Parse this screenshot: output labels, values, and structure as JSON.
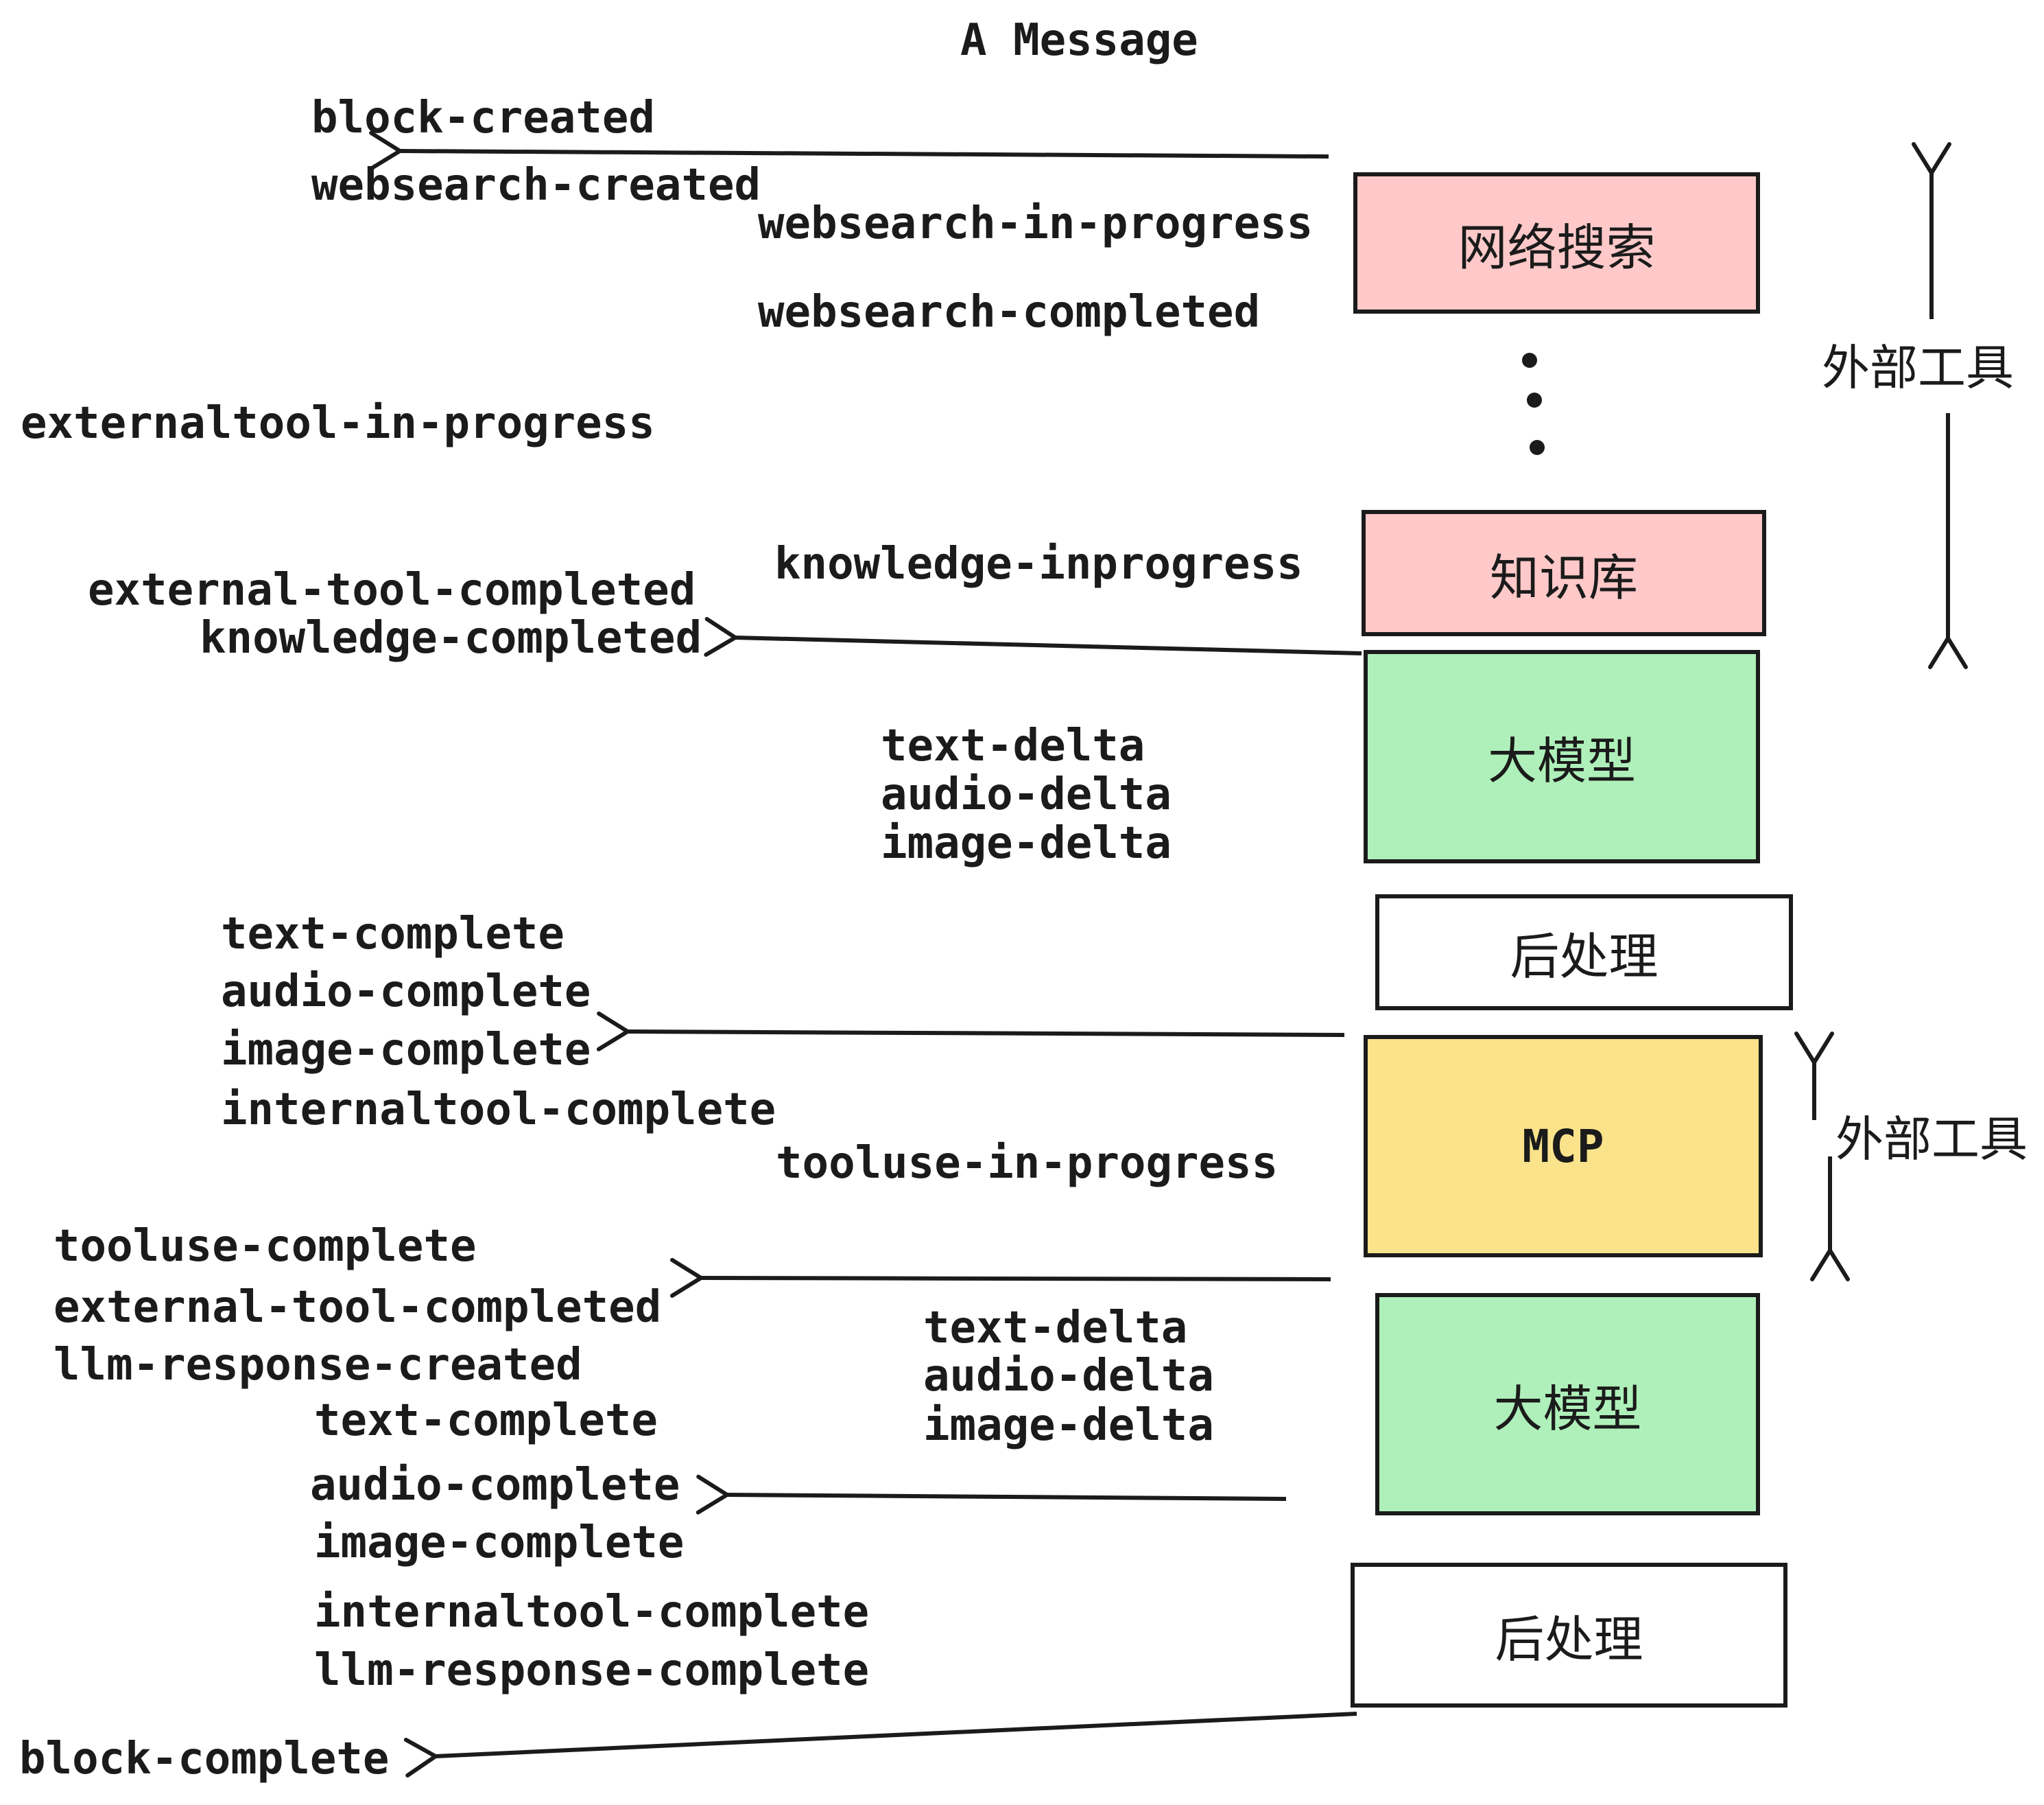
{
  "title": "A Message",
  "colors": {
    "pink": "#FFC9C9",
    "green": "#AFF0BA",
    "yellow": "#FAE38B",
    "ink": "#1b1b1b",
    "white": "#FFFFFF"
  },
  "boxes": {
    "websearch": "网络搜索",
    "knowledge": "知识库",
    "llm": "大模型",
    "postprocess": "后处理",
    "mcp": "MCP"
  },
  "annotations": {
    "external_tools": "外部工具"
  },
  "events": {
    "block_created": "block-created",
    "websearch_created": "websearch-created",
    "websearch_in_progress": "websearch-in-progress",
    "websearch_completed": "websearch-completed",
    "externaltool_in_progress": "externaltool-in-progress",
    "external_tool_completed": "external-tool-completed",
    "knowledge_inprogress": "knowledge-inprogress",
    "knowledge_completed": "knowledge-completed",
    "text_delta": "text-delta",
    "audio_delta": "audio-delta",
    "image_delta": "image-delta",
    "text_complete": "text-complete",
    "audio_complete": "audio-complete",
    "image_complete": "image-complete",
    "internaltool_complete": "internaltool-complete",
    "tooluse_in_progress": "tooluse-in-progress",
    "tooluse_complete": "tooluse-complete",
    "llm_response_created": "llm-response-created",
    "llm_response_complete": "llm-response-complete",
    "block_complete": "block-complete"
  }
}
